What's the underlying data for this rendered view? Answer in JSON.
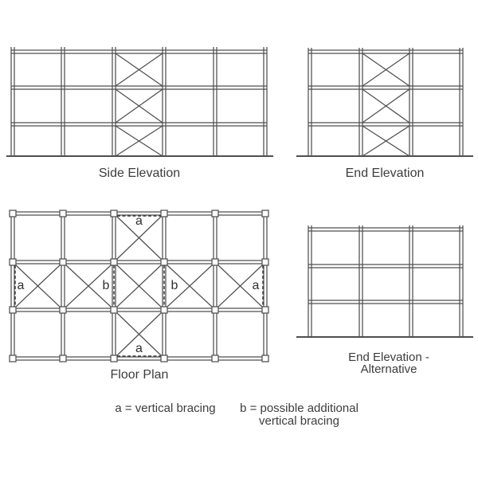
{
  "colors": {
    "line": "#4f4f4f",
    "dash": "#3a3a3a",
    "text": "#2f2f2f"
  },
  "side_elevation": {
    "caption": "Side Elevation",
    "bays": 5,
    "stories": 3,
    "braced_bays": [
      3
    ]
  },
  "end_elevation": {
    "caption": "End Elevation",
    "bays": 3,
    "stories": 3,
    "braced_bays": [
      2
    ]
  },
  "end_elevation_alt": {
    "caption_line1": "End Elevation -",
    "caption_line2": "Alternative",
    "bays": 3,
    "stories": 3,
    "braced_bays": []
  },
  "floor_plan": {
    "caption": "Floor Plan",
    "grid_cols": 5,
    "grid_rows": 3,
    "braced_cells": [
      {
        "row": 1,
        "col": 3
      },
      {
        "row": 2,
        "col": 1
      },
      {
        "row": 2,
        "col": 2
      },
      {
        "row": 2,
        "col": 3
      },
      {
        "row": 2,
        "col": 4
      },
      {
        "row": 2,
        "col": 5
      },
      {
        "row": 3,
        "col": 3
      }
    ],
    "bracing_markers": [
      {
        "row": 1,
        "col": 3,
        "edge": "top",
        "label": "a"
      },
      {
        "row": 2,
        "col": 1,
        "edge": "left",
        "label": "a"
      },
      {
        "row": 2,
        "col": 3,
        "edge": "left",
        "label": "b"
      },
      {
        "row": 2,
        "col": 3,
        "edge": "right",
        "label": "b"
      },
      {
        "row": 2,
        "col": 5,
        "edge": "right",
        "label": "a"
      },
      {
        "row": 3,
        "col": 3,
        "edge": "bottom",
        "label": "a"
      }
    ]
  },
  "legend": {
    "a": "a = vertical bracing",
    "b_line1": "b = possible additional",
    "b_line2": "vertical bracing"
  }
}
